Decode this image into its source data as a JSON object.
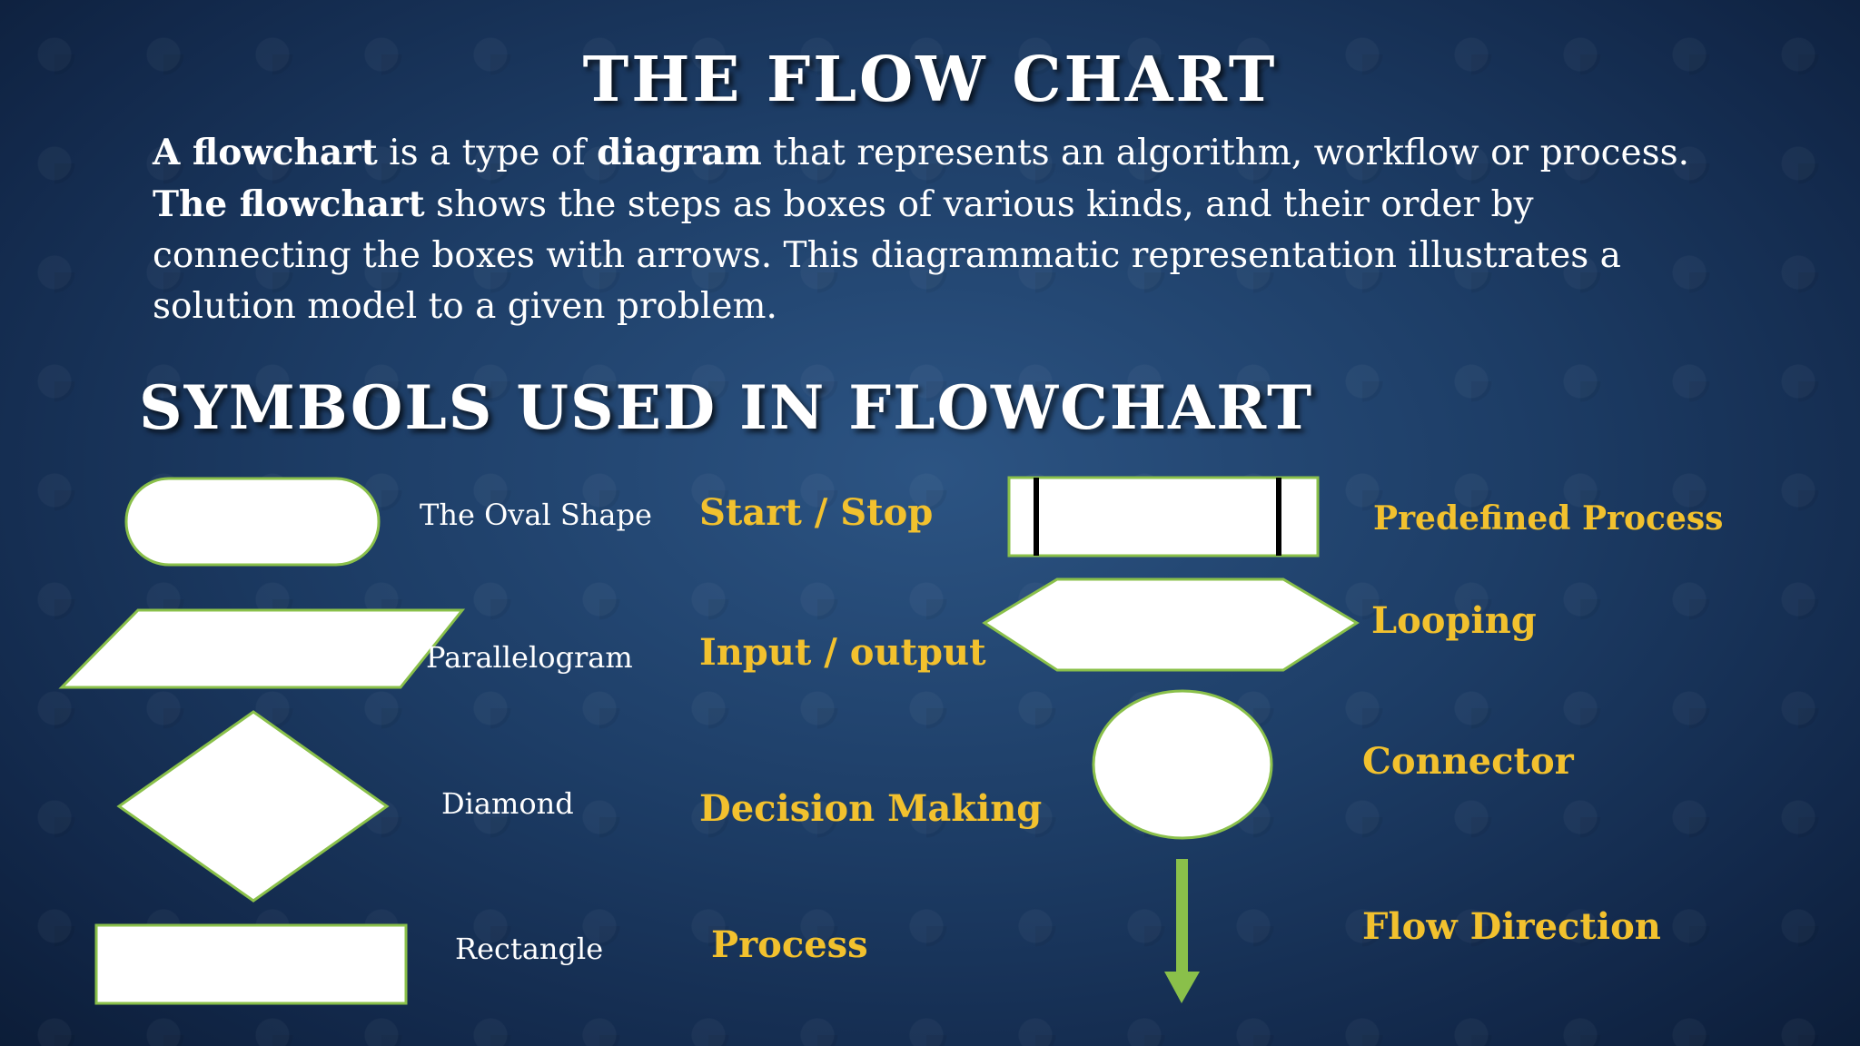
{
  "title": "THE FLOW CHART",
  "intro": {
    "s1_bold_a": "A flowchart",
    "s1_plain_a": " is a type of ",
    "s1_bold_b": "diagram",
    "s1_plain_b": " that represents an algorithm, workflow or process.",
    "s2_bold": "The flowchart",
    "s2_plain": " shows the steps as boxes of various kinds, and their order by connecting the boxes with arrows. This diagrammatic representation illustrates a solution model to a given problem."
  },
  "subtitle": "SYMBOLS USED IN FLOWCHART",
  "symbols": {
    "oval": {
      "name": "The Oval Shape",
      "meaning": "Start / Stop"
    },
    "parallelogram": {
      "name": "Parallelogram",
      "meaning": "Input / output"
    },
    "diamond": {
      "name": "Diamond",
      "meaning": "Decision Making"
    },
    "rectangle": {
      "name": "Rectangle",
      "meaning": "Process"
    },
    "predefined": {
      "meaning": "Predefined Process"
    },
    "hexagon": {
      "meaning": "Looping"
    },
    "circle": {
      "meaning": "Connector"
    },
    "arrow": {
      "meaning": "Flow Direction"
    }
  },
  "colors": {
    "shape_fill": "#ffffff",
    "shape_border": "#8ac04a",
    "arrow": "#8ac04a",
    "meaning_text": "#f2c12e"
  }
}
